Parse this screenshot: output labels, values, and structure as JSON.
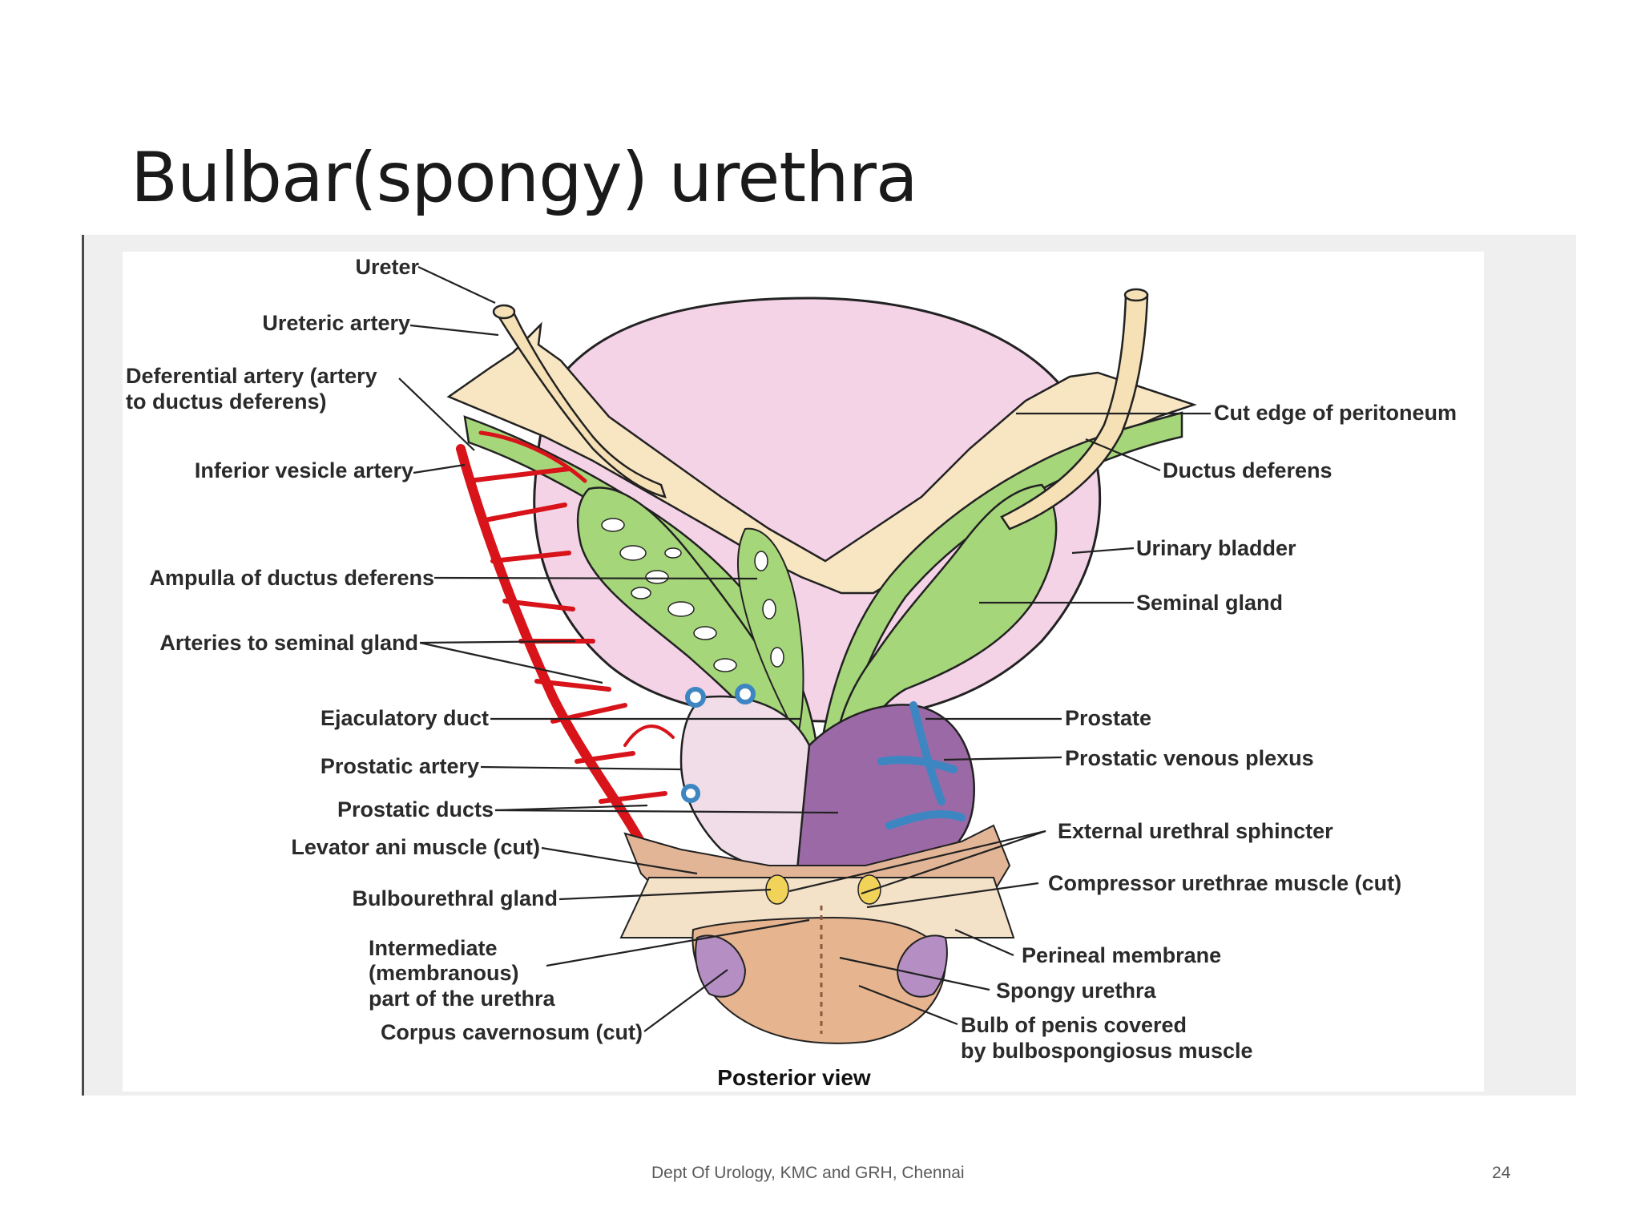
{
  "slide": {
    "title": "Bulbar(spongy) urethra",
    "footer": "Dept Of Urology, KMC and GRH, Chennai",
    "page_number": "24"
  },
  "diagram": {
    "caption": "Posterior view",
    "labels": {
      "ureter": "Ureter",
      "ureteric_artery": "Ureteric artery",
      "deferential_artery_1": "Deferential artery (artery",
      "deferential_artery_2": "to ductus deferens)",
      "inferior_vesicle_artery": "Inferior vesicle artery",
      "ampulla": "Ampulla of ductus deferens",
      "arteries_seminal": "Arteries to seminal gland",
      "ejaculatory_duct": "Ejaculatory duct",
      "prostatic_artery": "Prostatic artery",
      "prostatic_ducts": "Prostatic ducts",
      "levator_ani": "Levator ani muscle (cut)",
      "bulbourethral_gland": "Bulbourethral gland",
      "intermediate_1": "Intermediate",
      "intermediate_2": "(membranous)",
      "intermediate_3": "part of the urethra",
      "corpus_cavernosum": "Corpus cavernosum (cut)",
      "cut_edge_peritoneum": "Cut edge of peritoneum",
      "ductus_deferens": "Ductus deferens",
      "urinary_bladder": "Urinary bladder",
      "seminal_gland": "Seminal gland",
      "prostate": "Prostate",
      "prostatic_venous_plexus": "Prostatic venous plexus",
      "external_urethral_sphincter": "External urethral sphincter",
      "compressor_urethrae": "Compressor urethrae muscle (cut)",
      "perineal_membrane": "Perineal membrane",
      "spongy_urethra": "Spongy urethra",
      "bulb_of_penis_1": "Bulb of penis covered",
      "bulb_of_penis_2": "by bulbospongiosus muscle"
    }
  }
}
